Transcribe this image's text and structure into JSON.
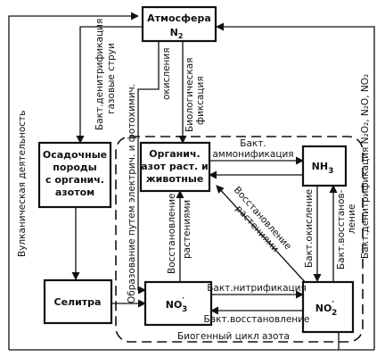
{
  "nodes": {
    "atmosphere": {
      "line1": "Атмосфера",
      "formula": "N",
      "sub": "2"
    },
    "sediments": {
      "line1": "Осадочные",
      "line2": "породы",
      "line3": "с органич.",
      "line4": "азотом"
    },
    "organic": {
      "line1": "Органич.",
      "line2": "азот раст. и",
      "line3": "животные"
    },
    "nh3": {
      "formula": "NH",
      "sub": "3"
    },
    "saltpeter": {
      "label": "Селитра"
    },
    "no3": {
      "formula": "NO",
      "prime": "′",
      "sub": "3"
    },
    "no2": {
      "formula": "NO",
      "prime": "′",
      "sub": "2"
    }
  },
  "edges": {
    "volcanic": "Вулканическая деятельность",
    "denitr_gas_1": "Бакт.денитрификация",
    "denitr_gas_2": "газовые струи",
    "electro_1": "Образование путем электрич. и фотохимич.",
    "electro_2": "окисления",
    "biofix_1": "Биологическая",
    "biofix_2": "фиксация",
    "ammon_1": "Бакт.",
    "ammon_2": "аммонификация",
    "restore_plants_diag_1": "Восстановление",
    "restore_plants_diag_2": "растениями",
    "restore_plants_vert_1": "Восстановление",
    "restore_plants_vert_2": "растениями",
    "bact_oxidation": "Бакт.окисление",
    "bact_reduction_1": "Бакт.восстанов-",
    "bact_reduction_2": "ление",
    "nitrification": "Бакт.нитрификация",
    "reduction": "Бакт.восстановление",
    "denitr_right": "Бакт.денитрификация N₂O₂, N₂O, NO₂",
    "cycle_label": "Биогенный цикл азота"
  }
}
